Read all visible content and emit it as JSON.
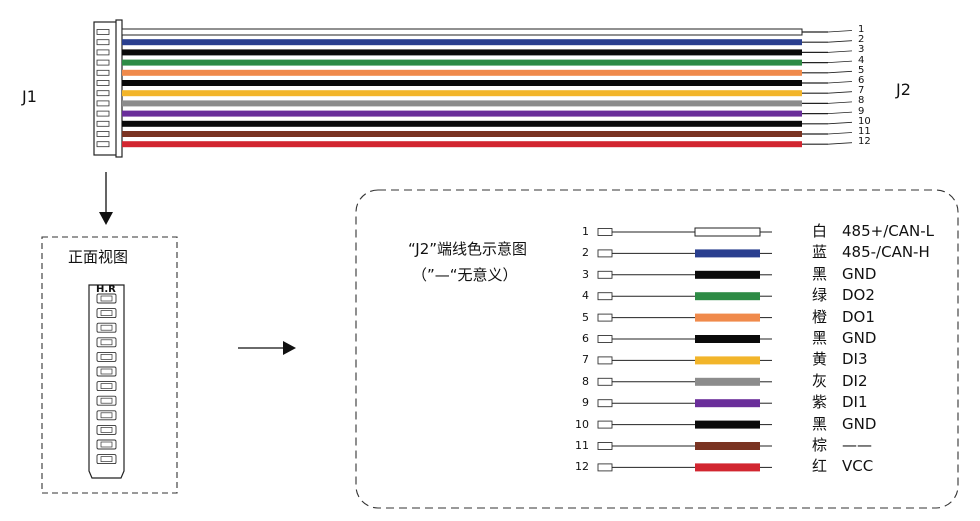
{
  "connectors": {
    "left": "J1",
    "right": "J2",
    "front_view_title": "正面视图",
    "hr_mark": "H.R"
  },
  "legend": {
    "title": "“J2”端线色示意图",
    "note": "（”—“无意义）"
  },
  "wires": [
    {
      "pin": "1",
      "color_name": "白",
      "function": "485+/CAN-L",
      "hex": "#ffffff"
    },
    {
      "pin": "2",
      "color_name": "蓝",
      "function": "485-/CAN-H",
      "hex": "#2a3f8f"
    },
    {
      "pin": "3",
      "color_name": "黑",
      "function": "GND",
      "hex": "#0a0a0a"
    },
    {
      "pin": "4",
      "color_name": "绿",
      "function": "DO2",
      "hex": "#2e8b45"
    },
    {
      "pin": "5",
      "color_name": "橙",
      "function": "DO1",
      "hex": "#f08a4b"
    },
    {
      "pin": "6",
      "color_name": "黑",
      "function": "GND",
      "hex": "#0a0a0a"
    },
    {
      "pin": "7",
      "color_name": "黄",
      "function": "DI3",
      "hex": "#f2b52a"
    },
    {
      "pin": "8",
      "color_name": "灰",
      "function": "DI2",
      "hex": "#8c8c8c"
    },
    {
      "pin": "9",
      "color_name": "紫",
      "function": "DI1",
      "hex": "#6a2e9a"
    },
    {
      "pin": "10",
      "color_name": "黑",
      "function": "GND",
      "hex": "#0a0a0a"
    },
    {
      "pin": "11",
      "color_name": "棕",
      "function": "——",
      "hex": "#7a3322"
    },
    {
      "pin": "12",
      "color_name": "红",
      "function": "VCC",
      "hex": "#d22630"
    }
  ]
}
